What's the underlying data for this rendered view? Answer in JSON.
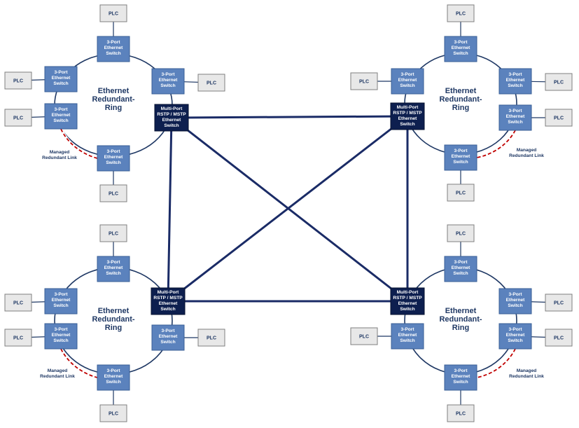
{
  "labels": {
    "plc": "PLC",
    "switch_3port": [
      "3-Port",
      "Ethernet",
      "Switch"
    ],
    "switch_multiport": [
      "Multi-Port",
      "RSTP / MSTP",
      "Ethernet",
      "Switch"
    ],
    "ring": [
      "Ethernet",
      "Redundant-",
      "Ring"
    ],
    "managed_link": [
      "Managed",
      "Redundant Link"
    ]
  },
  "colors": {
    "switch_3port": "#5b82bd",
    "switch_multiport": "#0d1f4f",
    "plc_fill": "#e8e8e8",
    "plc_border": "#7f7f7f",
    "ring_line": "#1f3864",
    "backbone_line": "#1a2b66",
    "redundant_link": "#c00000",
    "text_dark": "#1f3864"
  },
  "rings": [
    "top-left",
    "top-right",
    "bottom-left",
    "bottom-right"
  ],
  "backbone_links": [
    [
      "top-left",
      "top-right"
    ],
    [
      "top-left",
      "bottom-left"
    ],
    [
      "top-left",
      "bottom-right"
    ],
    [
      "top-right",
      "bottom-left"
    ],
    [
      "top-right",
      "bottom-right"
    ],
    [
      "bottom-left",
      "bottom-right"
    ]
  ]
}
